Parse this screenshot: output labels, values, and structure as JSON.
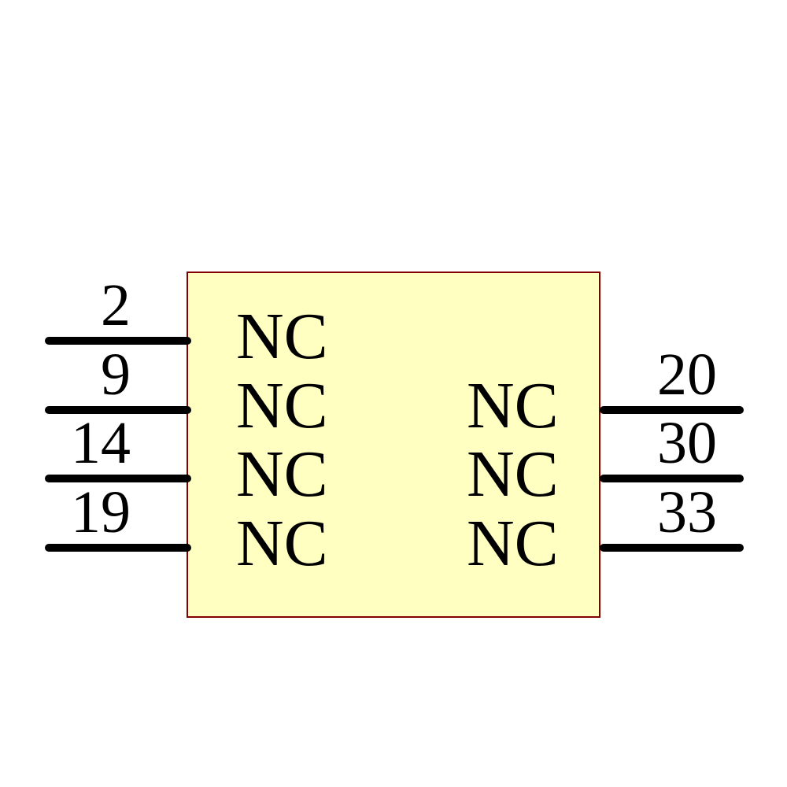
{
  "theme": {
    "fill": "#FFFFC2",
    "border": "#800000",
    "pin": "#000000",
    "text": "#000000",
    "bg": "#FFFFFF"
  },
  "component": {
    "kind": "schematic-symbol",
    "pins": {
      "left": [
        {
          "number": "2",
          "name": "NC"
        },
        {
          "number": "9",
          "name": "NC"
        },
        {
          "number": "14",
          "name": "NC"
        },
        {
          "number": "19",
          "name": "NC"
        }
      ],
      "right": [
        {
          "number": "20",
          "name": "NC"
        },
        {
          "number": "30",
          "name": "NC"
        },
        {
          "number": "33",
          "name": "NC"
        }
      ]
    }
  }
}
